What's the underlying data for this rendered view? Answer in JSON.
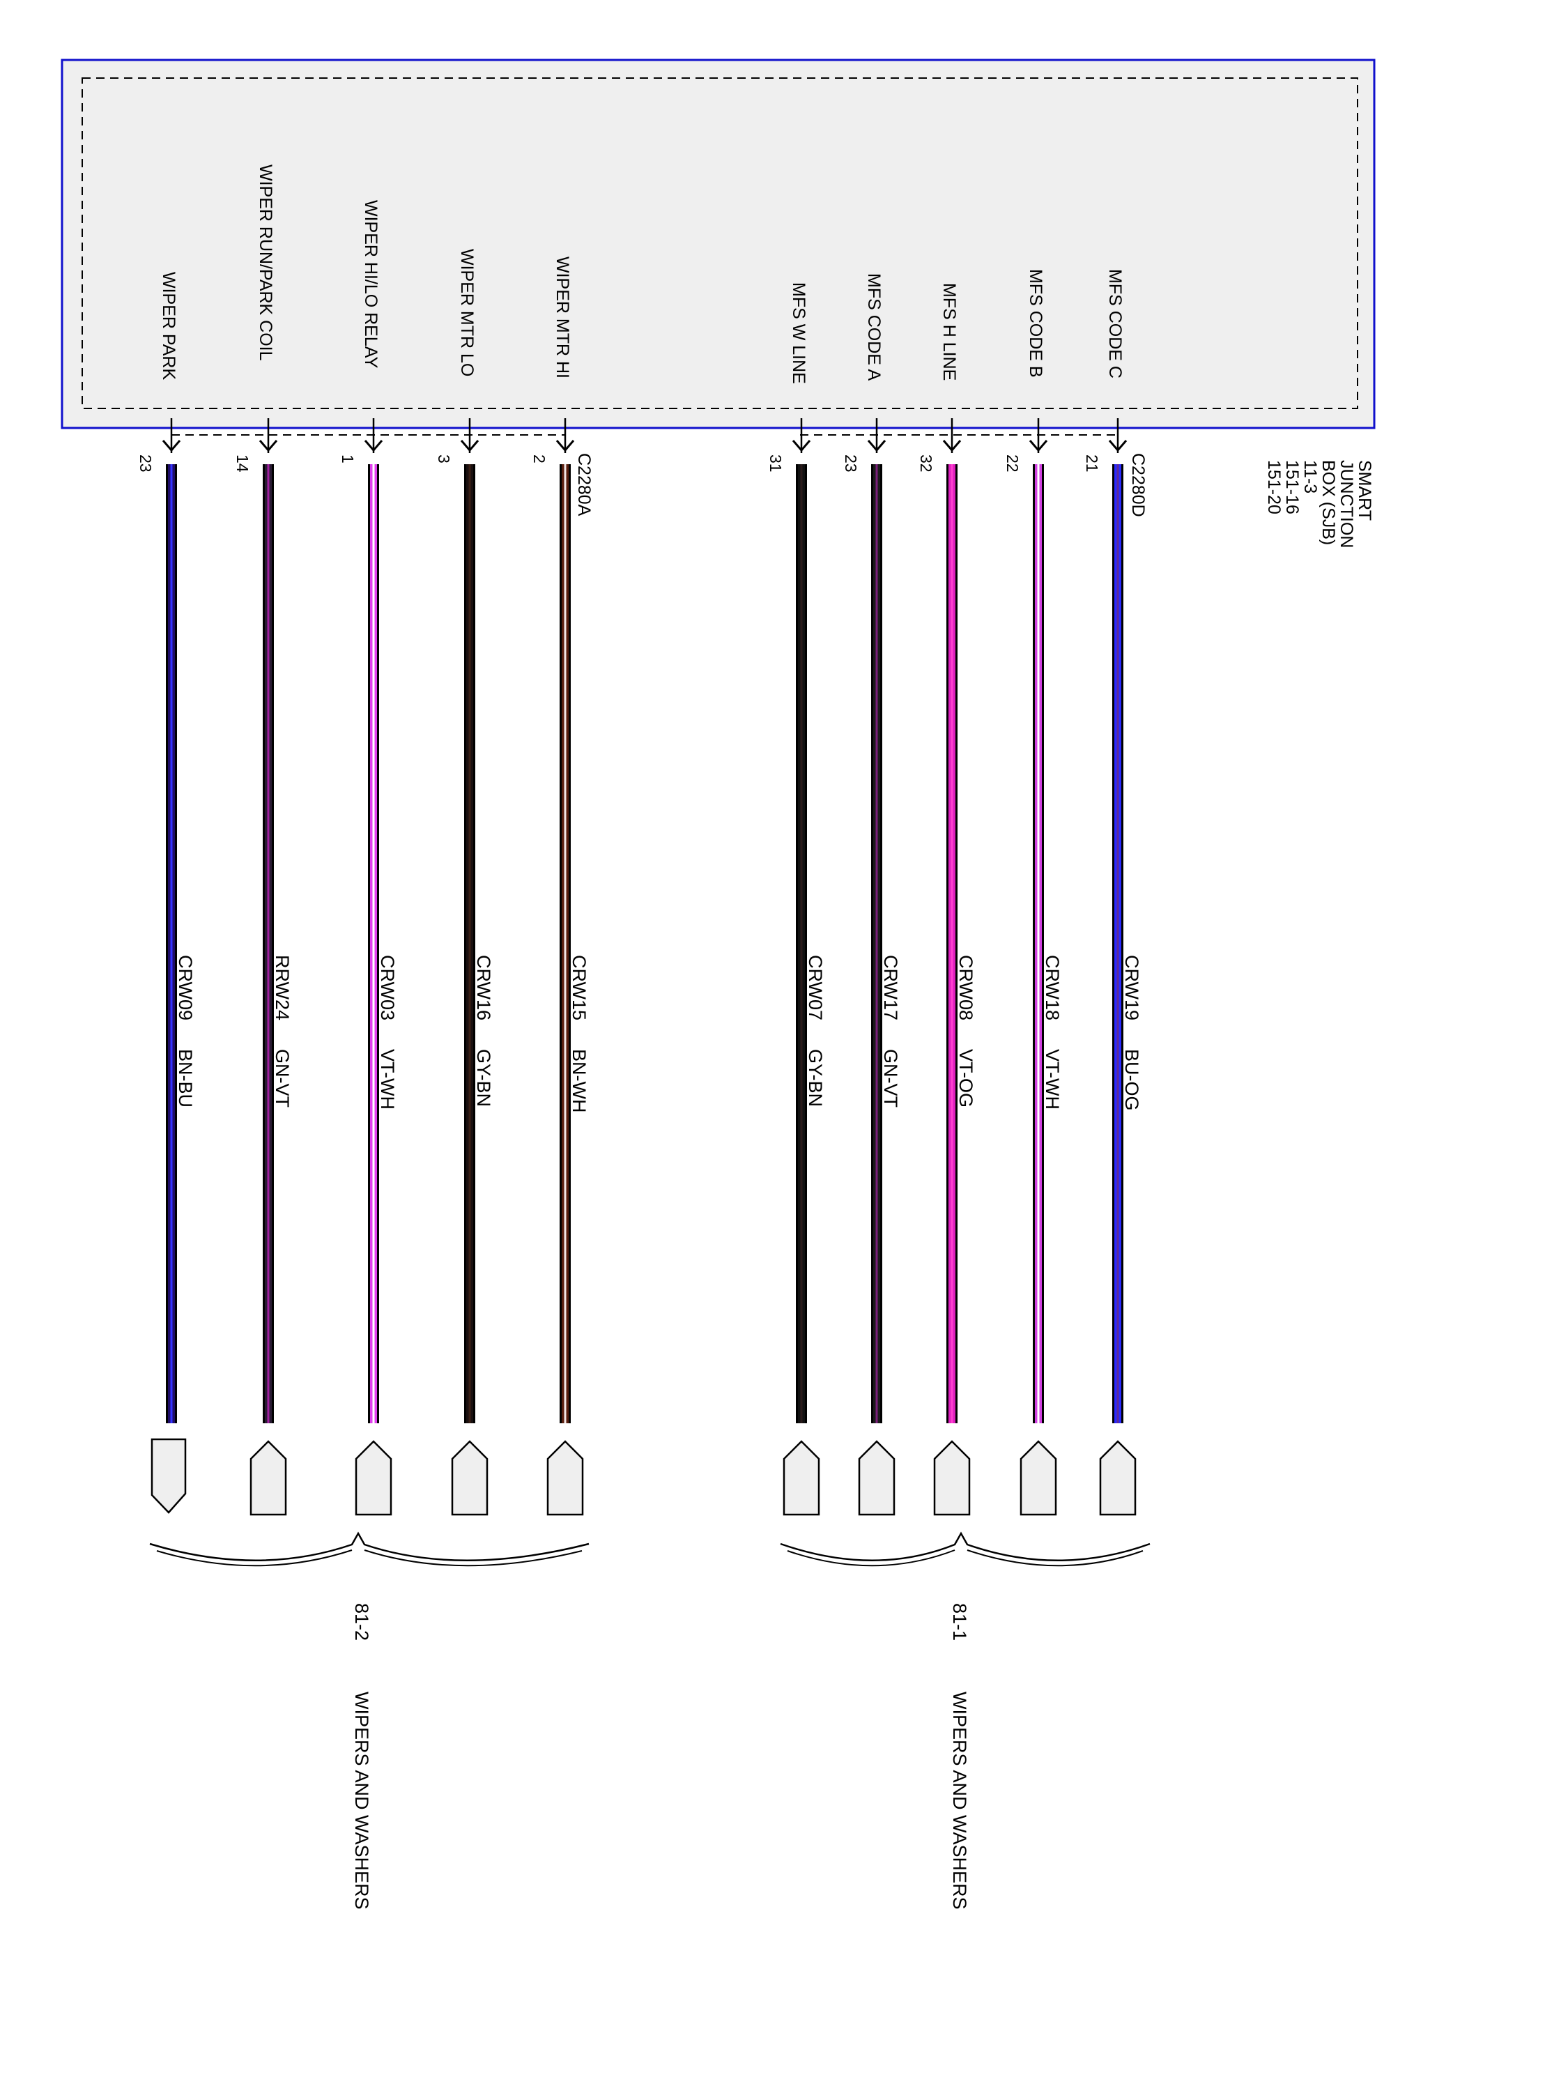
{
  "module": {
    "name_lines": [
      "SMART",
      "JUNCTION",
      "BOX (SJB)",
      "11-3",
      "151-16",
      "151-20"
    ]
  },
  "connectors": [
    "C2280A",
    "C2280D"
  ],
  "wires": [
    {
      "signal": "WIPER PARK",
      "pin": "23",
      "circuit": "CRW09",
      "color_code": "BN-BU",
      "colors": [
        "#1f0d6a",
        "#3434ff"
      ],
      "end": "arrow"
    },
    {
      "signal": "WIPER RUN/PARK COIL",
      "pin": "14",
      "circuit": "RRW24",
      "color_code": "GN-VT",
      "colors": [
        "#2a1a34",
        "#a020a0"
      ],
      "end": "plug"
    },
    {
      "signal": "WIPER HI/LO RELAY",
      "pin": "1",
      "circuit": "CRW03",
      "color_code": "VT-WH",
      "colors": [
        "#e040ee",
        "#ffffff"
      ],
      "end": "plug"
    },
    {
      "signal": "WIPER MTR LO",
      "pin": "3",
      "circuit": "CRW16",
      "color_code": "GY-BN",
      "colors": [
        "#1a1010",
        "#3a1f14"
      ],
      "end": "plug"
    },
    {
      "signal": "WIPER MTR HI",
      "pin": "2",
      "circuit": "CRW15",
      "color_code": "BN-WH",
      "colors": [
        "#5a2010",
        "#f2e6e6"
      ],
      "end": "plug"
    },
    {
      "signal": "MFS W LINE",
      "pin": "31",
      "circuit": "CRW07",
      "color_code": "GY-BN",
      "colors": [
        "#111111",
        "#2a1a1a"
      ],
      "end": "plug"
    },
    {
      "signal": "MFS CODE A",
      "pin": "23",
      "circuit": "CRW17",
      "color_code": "GN-VT",
      "colors": [
        "#1a1a1a",
        "#7a207a"
      ],
      "end": "plug"
    },
    {
      "signal": "MFS H LINE",
      "pin": "32",
      "circuit": "CRW08",
      "color_code": "VT-OG",
      "colors": [
        "#e020c0",
        "#ff40d0"
      ],
      "end": "plug"
    },
    {
      "signal": "MFS CODE B",
      "pin": "22",
      "circuit": "CRW18",
      "color_code": "VT-WH",
      "colors": [
        "#d040e0",
        "#ffffff"
      ],
      "end": "plug"
    },
    {
      "signal": "MFS CODE C",
      "pin": "21",
      "circuit": "CRW19",
      "color_code": "BU-OG",
      "colors": [
        "#2a2aff",
        "#5a2a9a"
      ],
      "end": "plug"
    }
  ],
  "references": [
    {
      "page": "81-2",
      "title": "WIPERS AND WASHERS"
    },
    {
      "page": "81-1",
      "title": "WIPERS AND WASHERS"
    }
  ],
  "style": {
    "module_border": "#1010cc",
    "module_fill": "#efefef",
    "plug_fill": "#efefef"
  }
}
